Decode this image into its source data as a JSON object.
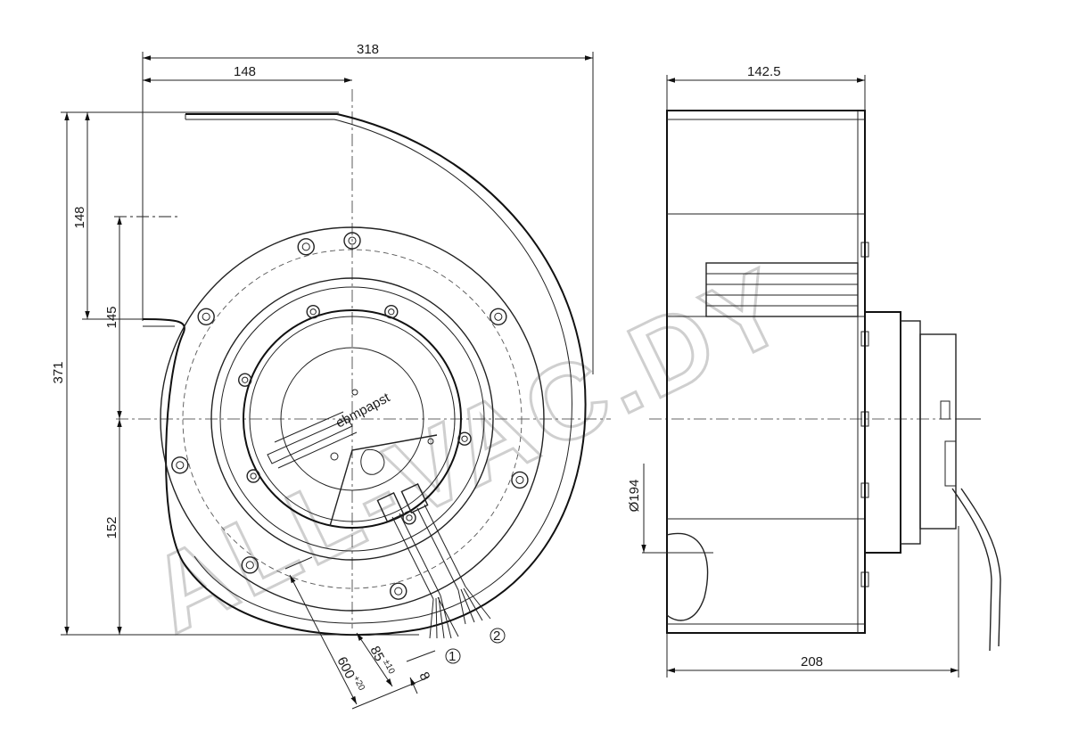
{
  "watermark": "ALL-VAC.DY",
  "brand_mark": "ebmpapst",
  "dimensions": {
    "overall_width": "318",
    "half_width": "148",
    "overall_height": "371",
    "upper_height": "148",
    "outlet_height": "145",
    "lower_height": "152",
    "cable_length": "600",
    "cable_length_tol": "+20",
    "strip_length": "85",
    "strip_length_tol": "±10",
    "strip_end": "8",
    "side_width": "142.5",
    "side_depth": "208",
    "inlet_diameter": "Ø194"
  },
  "callouts": {
    "c1": "1",
    "c2": "2"
  }
}
